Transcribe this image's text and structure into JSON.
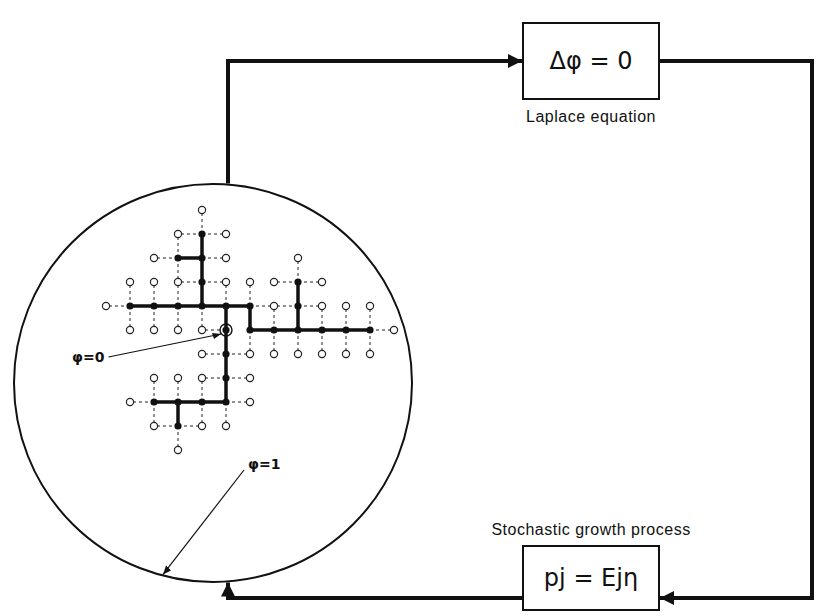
{
  "diagram": {
    "nodes": [
      {
        "text": [
          "φ=0",
          "φ=1"
        ]
      },
      {
        "text": [
          "Δφ = 0",
          "Laplace equation"
        ]
      },
      {
        "text": [
          "pj = Ejη",
          "Stochastic growth process"
        ]
      }
    ],
    "edges": [
      {
        "from": 0,
        "to": 1,
        "arrow": "to"
      },
      {
        "from": 1,
        "to": 2,
        "arrow": "to"
      },
      {
        "from": 2,
        "to": 0,
        "arrow": "to"
      }
    ]
  }
}
